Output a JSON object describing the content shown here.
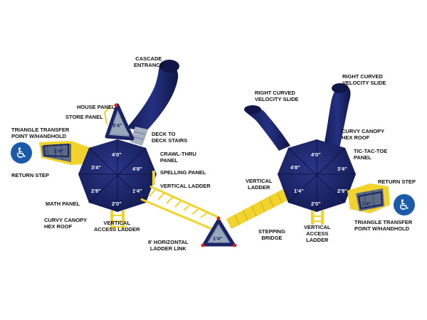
{
  "colors": {
    "navy": "#1b2566",
    "navy_dark": "#111a4d",
    "yellow": "#f2d32e",
    "gray": "#8c9bb0",
    "red": "#d9231e",
    "accessibility_blue": "#1a5aa8"
  },
  "icons": {
    "accessibility": "wheelchair-icon",
    "accessibility_glyph": "♿"
  },
  "labels": {
    "cascade_entrance": "CASCADE\nENTRANCE",
    "house_panel": "HOUSE PANEL",
    "store_panel": "STORE PANEL",
    "triangle_transfer_left": "TRIANGLE TRANSFER\nPOINT W/HANDHOLD",
    "deck_to_deck_stairs": "DECK TO\nDECK STAIRS",
    "crawl_thru_panel": "CRAWL-THRU\nPANEL",
    "spelling_panel": "SPELLING PANEL",
    "return_step_left": "RETURN STEP",
    "vertical_ladder_left": "VERTICAL LADDER",
    "math_panel": "MATH PANEL",
    "curvy_canopy_left": "CURVY CANOPY\nHEX ROOF",
    "vertical_access_ladder_left": "VERTICAL\nACCESS LADDER",
    "horizontal_ladder_link": "8' HORIZONTAL\nLADDER LINK",
    "right_curved_slide_top": "RIGHT CURVED\nVELOCITY SLIDE",
    "right_curved_slide_left": "RIGHT CURVED\nVELOCITY SLIDE",
    "curvy_canopy_right": "CURVY CANOPY\nHEX ROOF",
    "tic_tac_toe_panel": "TIC-TAC-TOE\nPANEL",
    "vertical_ladder_right": "VERTICAL\nLADDER",
    "return_step_right": "RETURN STEP",
    "triangle_transfer_right": "TRIANGLE TRANSFER\nPOINT W/HANDHOLD",
    "stepping_bridge": "STEPPING\nBRIDGE",
    "vertical_access_ladder_right": "VERTICAL\nACCESS\nLADDER"
  },
  "heights": {
    "left_tri_deck": "5'4\"",
    "left_transfer": "1'4\"",
    "left_hex_top": "4'0\"",
    "left_hex_left": "3'4\"",
    "left_hex_right": "4'8\"",
    "left_hex_bl": "2'8\"",
    "left_hex_br": "1'4\"",
    "left_hex_bottom": "2'0\"",
    "center_tri": "1'4\"",
    "right_hex_top": "4'0\"",
    "right_hex_left": "4'8\"",
    "right_hex_right": "3'4\"",
    "right_hex_bl": "1'4\"",
    "right_hex_br": "2'8\"",
    "right_hex_bottom": "2'0\"",
    "right_transfer": "1'4\""
  }
}
